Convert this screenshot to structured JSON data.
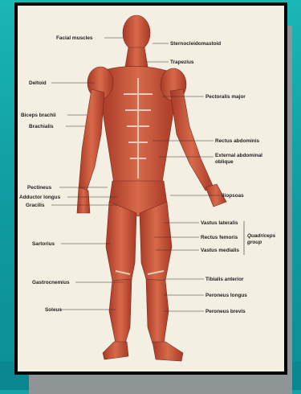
{
  "diagram": {
    "labels_left": {
      "facial_muscles": "Facial muscles",
      "deltoid": "Deltoid",
      "biceps_brachii": "Biceps brachii",
      "brachialis": "Brachialis",
      "pectineus": "Pectineus",
      "adductor_longus": "Adductor longus",
      "gracilis": "Gracilis",
      "sartorius": "Sartorius",
      "gastrocnemius": "Gastrocnemius",
      "soleus": "Soleus"
    },
    "labels_right": {
      "sternocleidomastoid": "Sternocleidomastoid",
      "trapezius": "Trapezius",
      "pectoralis_major": "Pectoralis major",
      "rectus_abdominis": "Rectus abdominis",
      "external_oblique_1": "External abdominal",
      "external_oblique_2": "oblique",
      "iliopsoas": "Iliopsoas",
      "vastus_lateralis": "Vastus lateralis",
      "rectus_femoris": "Rectus femoris",
      "vastus_medialis": "Vastus medialis",
      "quadriceps_1": "Quadriceps",
      "quadriceps_2": "group",
      "tibialis_anterior": "Tibialis anterior",
      "peroneus_longus": "Peroneus longus",
      "peroneus_brevis": "Peroneus brevis"
    },
    "colors": {
      "background": "#14a3a6",
      "paper": "#f4efe3",
      "muscle": "#c9563a",
      "tendon": "#e9ddd0"
    }
  }
}
